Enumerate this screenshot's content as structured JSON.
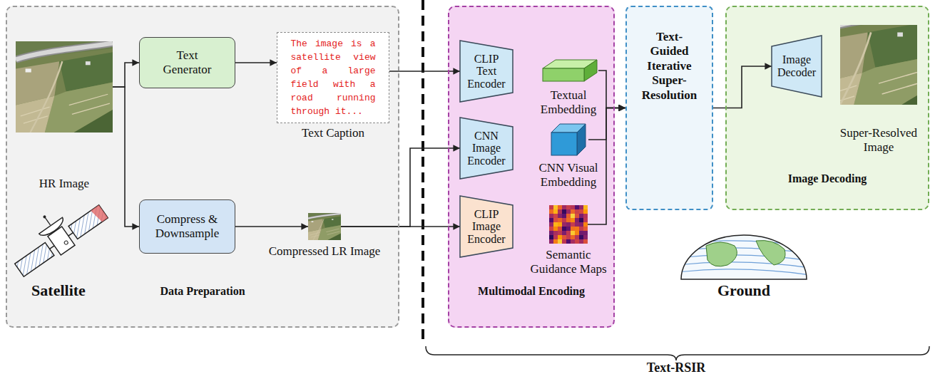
{
  "diagram": {
    "nodes": [
      {
        "text": [
          "Data Preparation"
        ]
      },
      {
        "text": [
          "HR Image"
        ],
        "in": 0
      },
      {
        "text": [
          "Text Generator"
        ],
        "in": 0
      },
      {
        "text": [
          "The image is a satellite view of a large field with a road running through it...",
          "Text Caption"
        ],
        "in": 0
      },
      {
        "text": [
          "Compress & Downsample"
        ],
        "in": 0
      },
      {
        "text": [
          "Compressed LR Image"
        ],
        "in": 0
      },
      {
        "text": [
          "Multimodal Encoding"
        ]
      },
      {
        "text": [
          "CLIP Text Encoder"
        ],
        "in": 6
      },
      {
        "text": [
          "Textual Embedding"
        ],
        "in": 6
      },
      {
        "text": [
          "CNN Image Encoder"
        ],
        "in": 6
      },
      {
        "text": [
          "CNN Visual Embedding"
        ],
        "in": 6
      },
      {
        "text": [
          "CLIP Image Encoder"
        ],
        "in": 6
      },
      {
        "text": [
          "Semantic Guidance Maps"
        ],
        "in": 6
      },
      {
        "text": [
          "Text-Guided Iterative Super-Resolution"
        ]
      },
      {
        "text": [
          "Image Decoding"
        ]
      },
      {
        "text": [
          "Image Decoder"
        ],
        "in": 14
      },
      {
        "text": [
          "Super-Resolved Image"
        ],
        "in": 14
      }
    ],
    "edges": [
      {
        "from": 1,
        "to": 2,
        "arrow": "to"
      },
      {
        "from": 1,
        "to": 4,
        "arrow": "to"
      },
      {
        "from": 2,
        "to": 3,
        "arrow": "to"
      },
      {
        "from": 4,
        "to": 5,
        "arrow": "to"
      },
      {
        "from": 3,
        "to": 7,
        "arrow": "to"
      },
      {
        "from": 5,
        "to": 9,
        "arrow": "to"
      },
      {
        "from": 5,
        "to": 11,
        "arrow": "to"
      },
      {
        "from": 8,
        "to": 13,
        "arrow": "to"
      },
      {
        "from": 10,
        "to": 13,
        "arrow": "to"
      },
      {
        "from": 12,
        "to": 13,
        "arrow": "to"
      },
      {
        "from": 13,
        "to": 15,
        "arrow": "to"
      }
    ],
    "labels": [
      "Satellite",
      "Ground",
      "Text-RSIR"
    ]
  }
}
